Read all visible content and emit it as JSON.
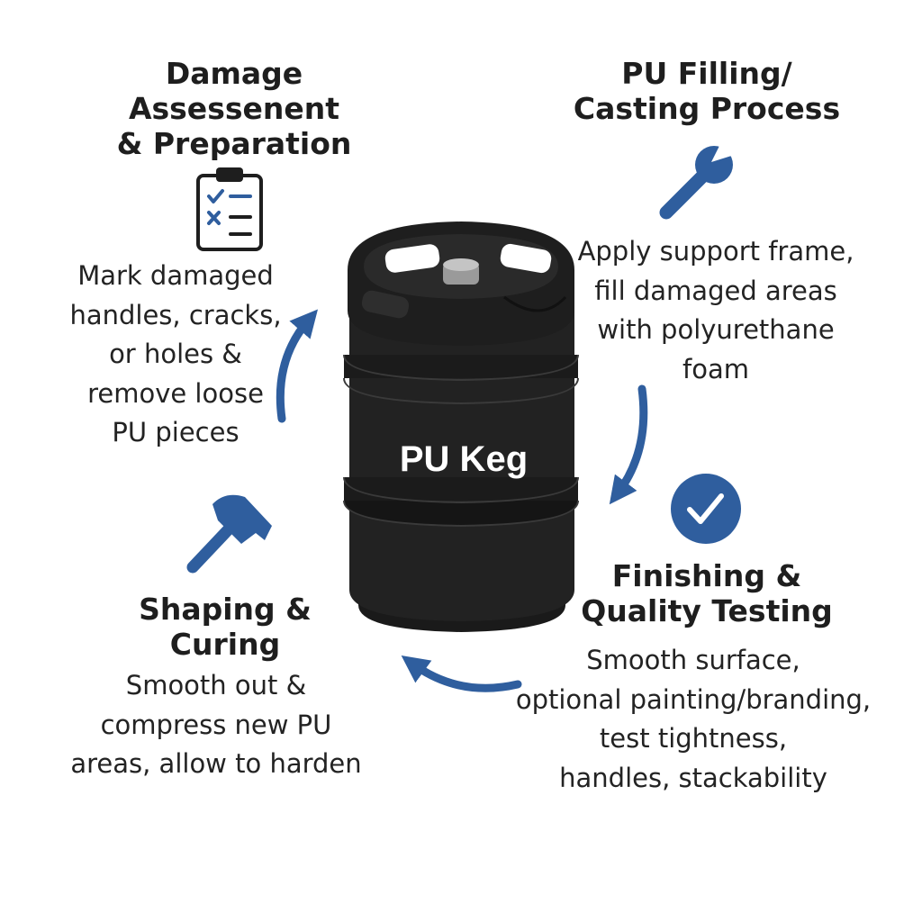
{
  "keg": {
    "label": "PU Keg",
    "color": "#1c1c1c"
  },
  "accent_color": "#2f5e9e",
  "steps": {
    "damage": {
      "title": "Damage\nAssessenent\n& Preparation",
      "body": "Mark damaged\nhandles, cracks,\nor holes &\nremove loose\nPU pieces",
      "icon": "clipboard-checklist-icon"
    },
    "filling": {
      "title": "PU Filling/\nCasting Process",
      "body": "Apply support frame,\nfill damaged areas\nwith polyurethane\nfoam",
      "icon": "wrench-icon"
    },
    "finishing": {
      "title": "Finishing &\nQuality Testing",
      "body": "Smooth surface,\noptional painting/branding,\ntest tightness,\nhandles, stackability",
      "icon": "check-circle-icon"
    },
    "shaping": {
      "title": "Shaping &\nCuring",
      "body": "Smooth out &\ncompress new PU\nareas, allow to harden",
      "icon": "hammer-icon"
    }
  }
}
